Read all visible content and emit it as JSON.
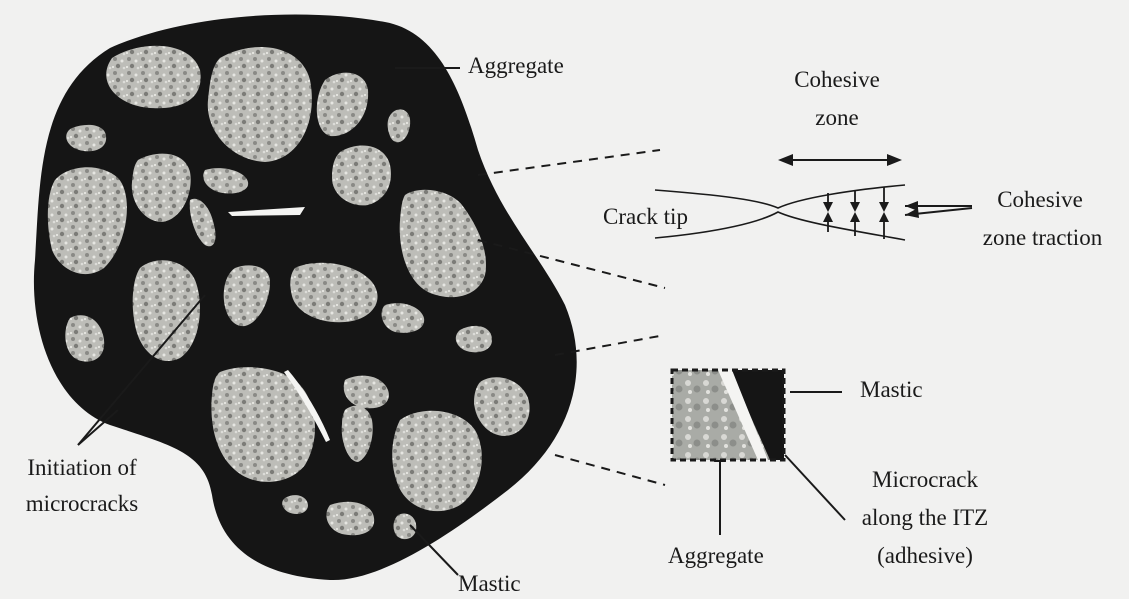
{
  "labels": {
    "aggregate_top": "Aggregate",
    "cohesive_zone_line1": "Cohesive",
    "cohesive_zone_line2": "zone",
    "crack_tip": "Crack tip",
    "cohesive_traction_line1": "Cohesive",
    "cohesive_traction_line2": "zone traction",
    "mastic_right": "Mastic",
    "microcrack_line1": "Microcrack",
    "microcrack_line2": "along the ITZ",
    "microcrack_line3": "(adhesive)",
    "aggregate_bottom": "Aggregate",
    "initiation_line1": "Initiation of",
    "initiation_line2": "microcracks",
    "mastic_bottom": "Mastic"
  },
  "colors": {
    "background": "#f1f1f0",
    "mastic": "#151515",
    "aggregate": "#b9b9b4",
    "ink": "#1a1a1a"
  }
}
